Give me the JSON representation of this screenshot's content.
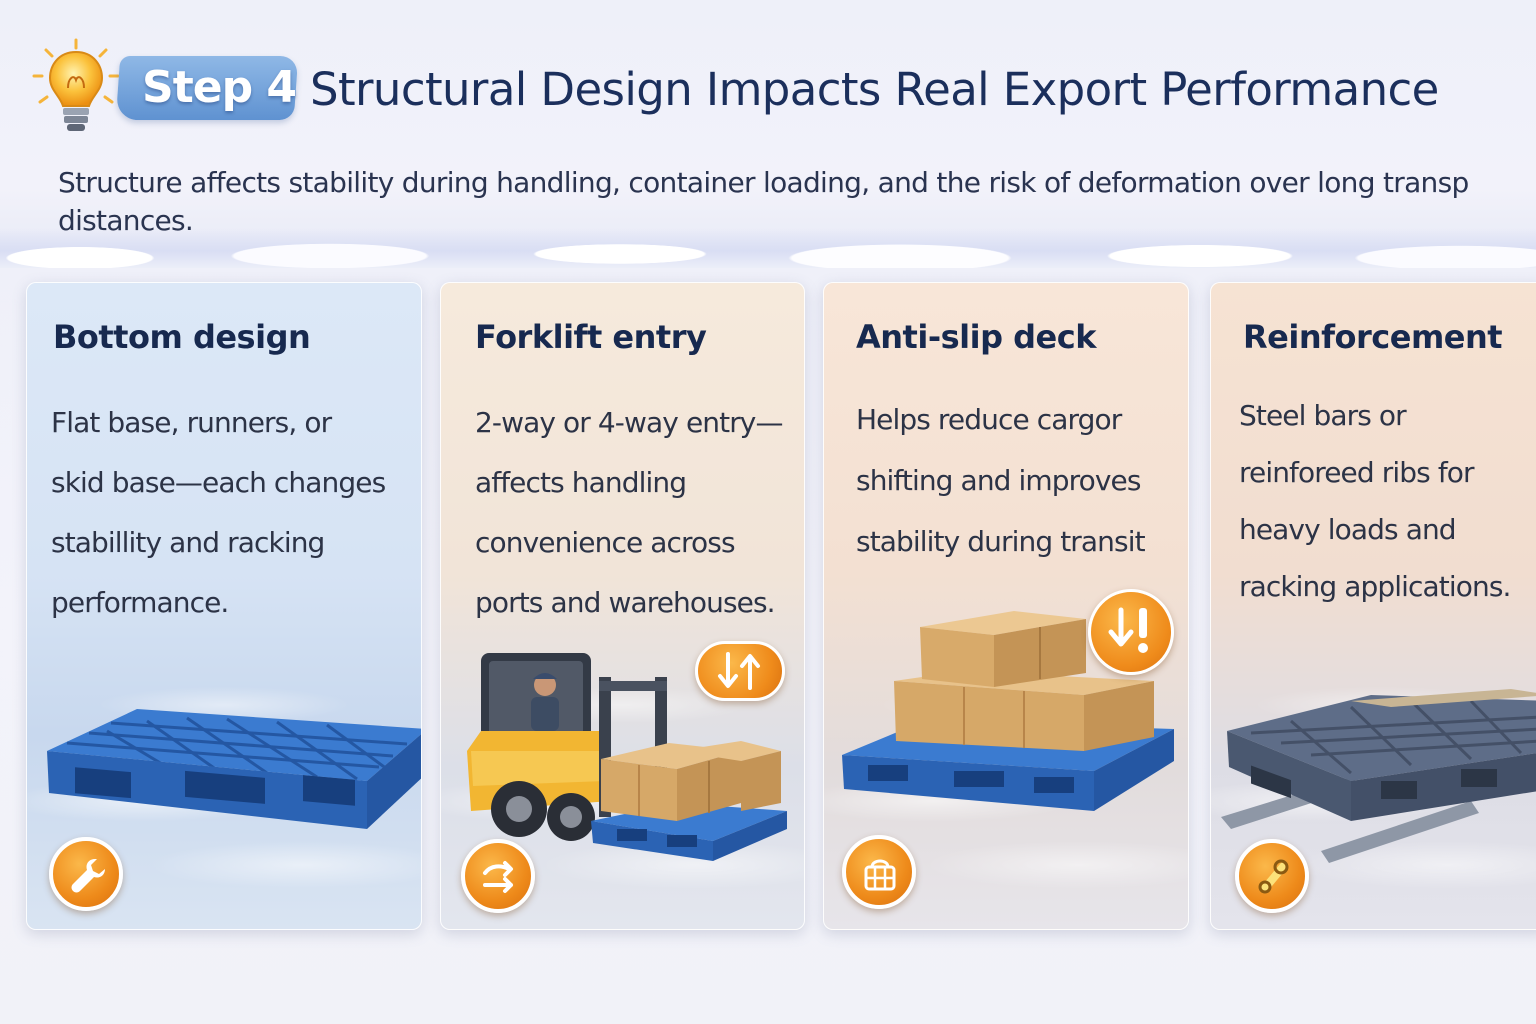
{
  "header": {
    "step_label": "Step 4",
    "title": "Structural Design Impacts Real Export Performance",
    "subtitle_lines": [
      "Structure affects stability during handling, container loading, and the risk of deformation over long transp",
      "distances."
    ]
  },
  "cards": [
    {
      "title": "Bottom design",
      "body_lines": [
        "Flat base, runners, or",
        "skid base—each changes",
        "stabillity and racking",
        "performance."
      ],
      "icon": "wrench-icon",
      "illustration": "blue-plastic-pallet"
    },
    {
      "title": "Forklift entry",
      "body_lines": [
        "2-way or 4-way entry—",
        "affects handling",
        "convenience across",
        "ports and warehouses."
      ],
      "icon": "arrows-exchange-icon",
      "badge_icon": "up-down-arrows-icon",
      "illustration": "forklift-with-boxes"
    },
    {
      "title": "Anti-slip deck",
      "body_lines": [
        "Helps reduce cargor",
        "shifting and improves",
        "stability during transit"
      ],
      "icon": "grid-basket-icon",
      "badge_icon": "down-arrow-warning-icon",
      "illustration": "pallet-with-boxes"
    },
    {
      "title": "Reinforcement",
      "body_lines": [
        "Steel bars or",
        "reinforeed ribs for",
        "heavy loads and",
        "racking applications."
      ],
      "icon": "steel-bar-icon",
      "illustration": "reinforced-grey-pallet"
    }
  ],
  "colors": {
    "title_navy": "#1b2f5c",
    "accent_orange": "#ee8a1a",
    "pallet_blue": "#2f6fc2",
    "step_blue": "#5f92d1"
  }
}
